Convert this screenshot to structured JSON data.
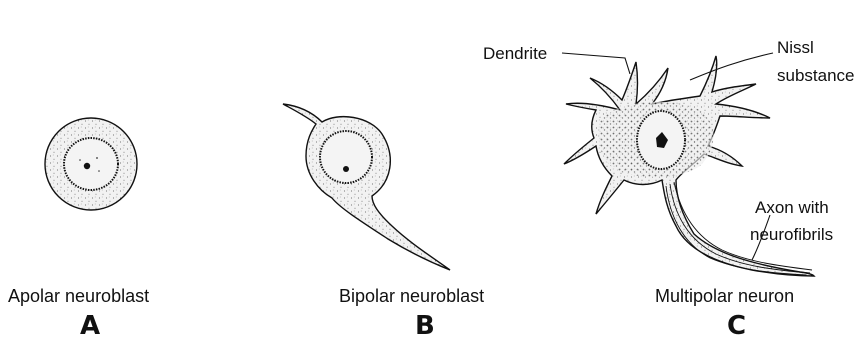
{
  "panels": [
    {
      "letter": "A",
      "caption": "Apolar neuroblast"
    },
    {
      "letter": "B",
      "caption": "Bipolar neuroblast"
    },
    {
      "letter": "C",
      "caption": "Multipolar neuron"
    }
  ],
  "labels": {
    "dendrite": "Dendrite",
    "nissl_line1": "Nissl",
    "nissl_line2": "substance",
    "axon_line1": "Axon with",
    "axon_line2": "neurofibrils"
  }
}
